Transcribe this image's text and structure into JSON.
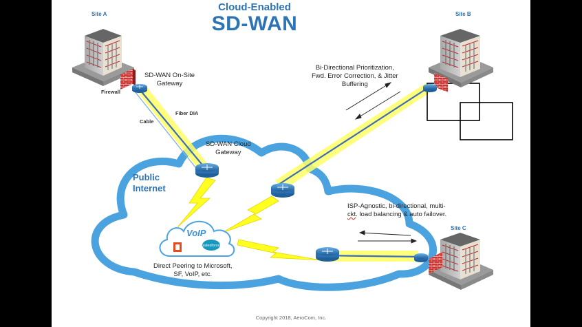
{
  "title": {
    "line1": "Cloud-Enabled",
    "line2": "SD-WAN"
  },
  "sites": {
    "a": "Site A",
    "b": "Site B",
    "c": "Site C"
  },
  "labels": {
    "onsite_gateway": [
      "SD-WAN On-Site",
      "Gateway"
    ],
    "firewall": "Firewall",
    "fiber": "Fiber DIA",
    "cable": "Cable",
    "cloud_gateway": [
      "SD-WAN Cloud",
      "Gateway"
    ],
    "public_internet": [
      "Public",
      "Internet"
    ],
    "peering": [
      "Direct Peering to Microsoft,",
      "SF, VoIP, etc."
    ],
    "voip_text": "VoIP",
    "salesforce_text": "salesforce"
  },
  "notes": {
    "site_b": [
      "Bi-Directional Prioritization,",
      "Fwd. Error Correction, & Jitter",
      "Buffering"
    ],
    "site_c_1": "ISP-Agnostic, bi-directional, multi-",
    "site_c_2a": "ckt",
    "site_c_2b": ". load balancing & auto failover."
  },
  "copyright": "Copyright 2018, AeroCom, Inc.",
  "colors": {
    "accent": "#2e74b5",
    "cloud": "#4aa3df",
    "beam": "#ffff55",
    "link": "#3d6db5",
    "firewall": "#c0272d"
  }
}
